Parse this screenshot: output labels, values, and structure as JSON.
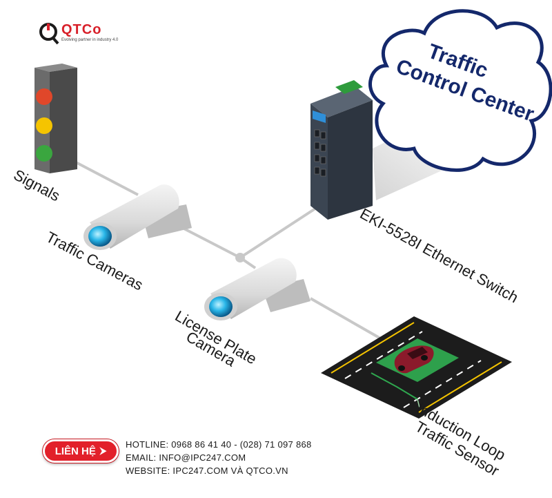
{
  "logo": {
    "name": "QTCo",
    "tagline": "Evolving partner in industry 4.0"
  },
  "cloud": {
    "line1": "Traffic",
    "line2": "Control Center"
  },
  "labels": {
    "signals": "Signals",
    "traffic_cameras": "Traffic Cameras",
    "license_line1": "License Plate",
    "license_line2": "Camera",
    "switch": "EKI-5528I Ethernet Switch",
    "induction_line1": "Induction Loop",
    "induction_line2": "Traffic Sensor"
  },
  "contact": {
    "button_label": "LIÊN HỆ",
    "arrow": "⮞",
    "hotline": "HOTLINE: 0968 86 41 40 - (028) 71 097 868",
    "email": "EMAIL: INFO@IPC247.COM",
    "website": "WEBSITE: IPC247.COM VÀ QTCO.VN"
  },
  "colors": {
    "cloud_stroke": "#14286b",
    "switch_body": "#3b4552",
    "switch_accent": "#2f8fd8",
    "terminal": "#3cb54a",
    "road": "#1c1c1c",
    "loop_zone": "#2fa84f",
    "car": "#8b1a2b",
    "brand_red": "#e2202a"
  }
}
